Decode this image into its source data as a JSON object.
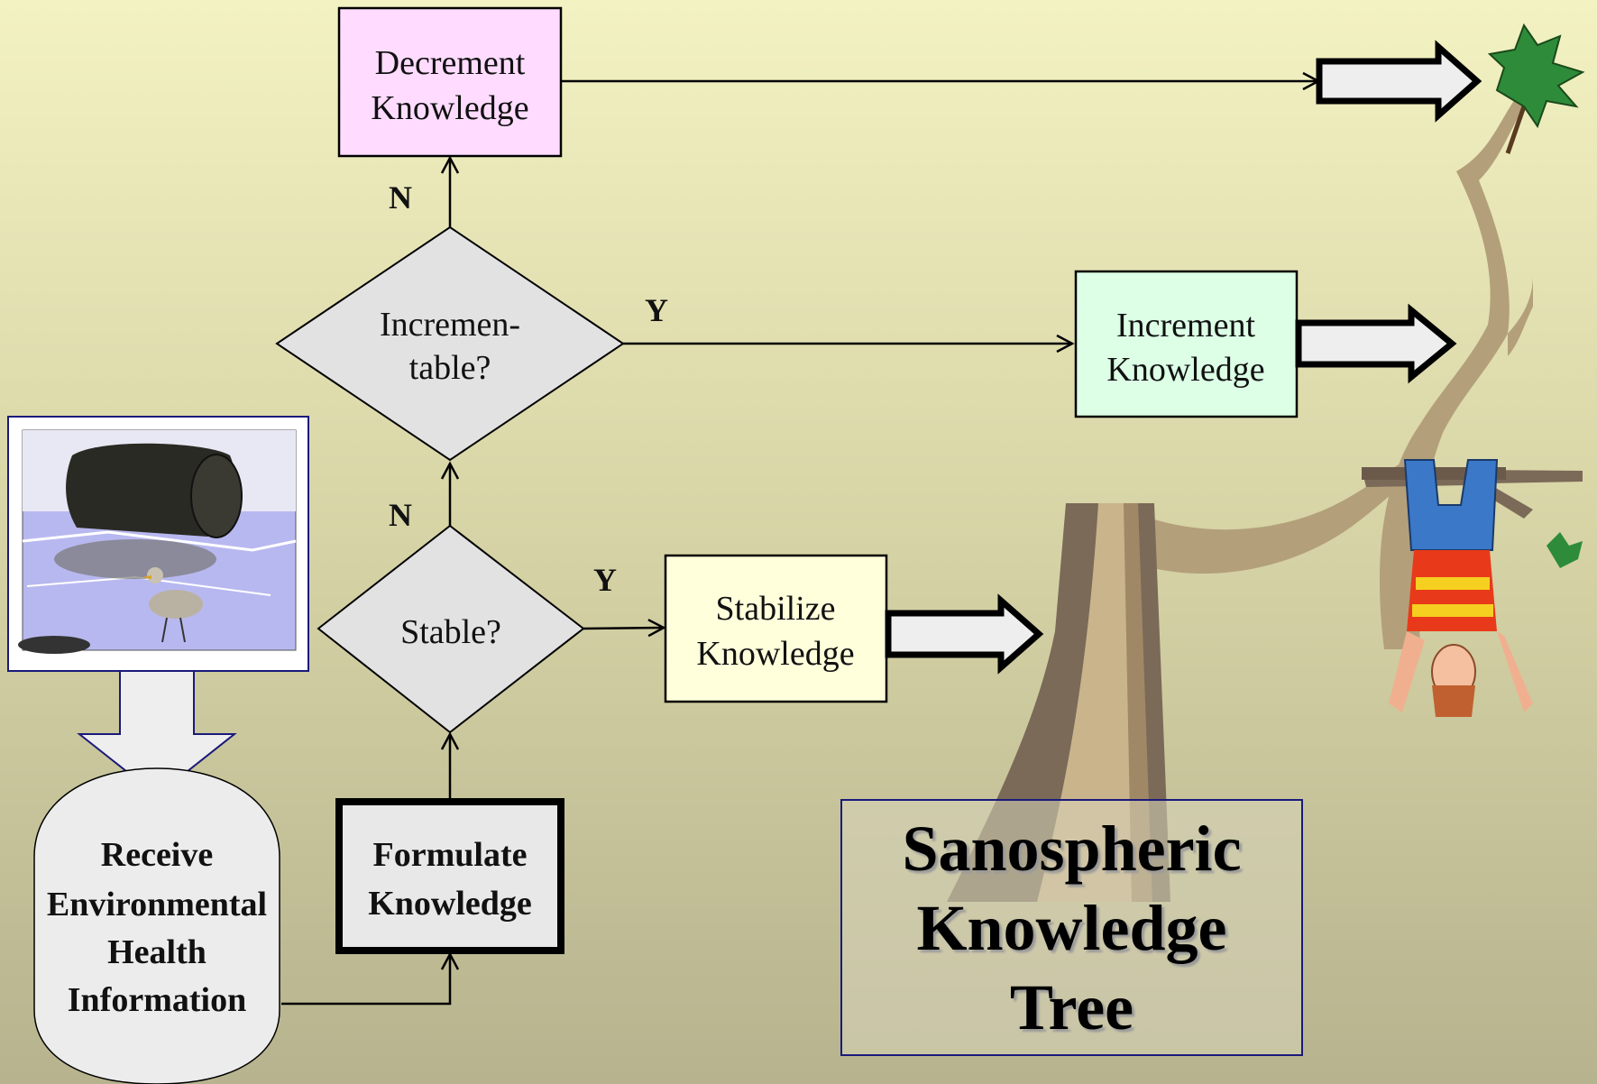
{
  "diagram": {
    "nodes": {
      "receive": {
        "lines": [
          "Receive",
          "Environmental",
          "Health",
          "Information"
        ],
        "shape": "oval",
        "fill": "#ececec",
        "bold": true
      },
      "formulate": {
        "lines": [
          "Formulate",
          "Knowledge"
        ],
        "shape": "rect",
        "fill": "#e8e8e8",
        "bold": true
      },
      "stable": {
        "lines": [
          "Stable?"
        ],
        "shape": "diamond",
        "fill": "#e2e2e2"
      },
      "incrementable": {
        "lines": [
          "Incremen-",
          "table?"
        ],
        "shape": "diamond",
        "fill": "#e2e2e2"
      },
      "decrement": {
        "lines": [
          "Decrement",
          "Knowledge"
        ],
        "shape": "rect",
        "fill": "#ffdcff"
      },
      "increment": {
        "lines": [
          "Increment",
          "Knowledge"
        ],
        "shape": "rect",
        "fill": "#dcffe6"
      },
      "stabilize": {
        "lines": [
          "Stabilize",
          "Knowledge"
        ],
        "shape": "rect",
        "fill": "#ffffdc"
      }
    },
    "edges": [
      {
        "from": "receive",
        "to": "formulate",
        "label": ""
      },
      {
        "from": "formulate",
        "to": "stable",
        "label": ""
      },
      {
        "from": "stable",
        "to": "incrementable",
        "label": "N"
      },
      {
        "from": "stable",
        "to": "stabilize",
        "label": "Y"
      },
      {
        "from": "incrementable",
        "to": "decrement",
        "label": "N"
      },
      {
        "from": "incrementable",
        "to": "increment",
        "label": "Y"
      }
    ]
  },
  "title": {
    "lines": [
      "Sanospheric",
      "Knowledge",
      "Tree"
    ]
  },
  "colors": {
    "line": "#000000",
    "block_arrow_fill": "#eeeeee",
    "trunk_dark": "#7b6a58",
    "trunk_mid": "#a08866",
    "trunk_light": "#c9b48c",
    "branch": "#b3a07a",
    "leaf": "#2e8b3a",
    "photo_water": "#b8b8f0",
    "photo_frame": "#1a1a7a"
  },
  "icons": [
    "photo-barrel-seagull",
    "tree-clipart",
    "leaf-icon",
    "child-hanging-clipart"
  ]
}
